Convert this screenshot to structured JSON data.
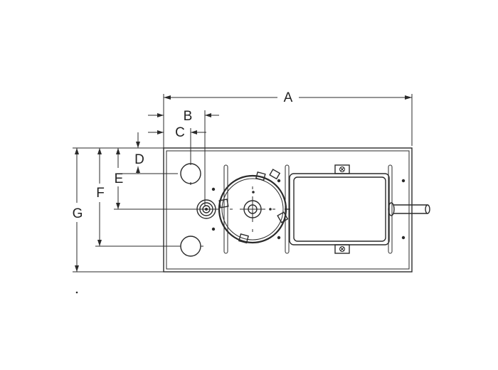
{
  "diagram": {
    "labels": {
      "a": "A",
      "b": "B",
      "c": "C",
      "d": "D",
      "e": "E",
      "f": "F",
      "g": "G"
    },
    "colors": {
      "line": "#2a2a2a",
      "background": "#ffffff",
      "panel_fill": "#ffffff"
    }
  }
}
